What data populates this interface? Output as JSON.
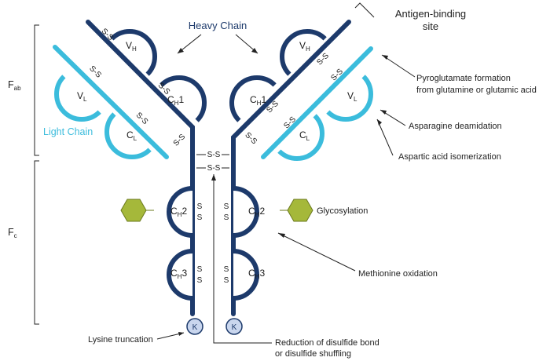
{
  "colors": {
    "heavy_chain": "#1d3a6b",
    "light_chain": "#3bbcdc",
    "glycan": "#a5b83a",
    "lysine_fill": "#c9d6ee"
  },
  "regions": {
    "fab": {
      "main": "F",
      "sub": "ab"
    },
    "fc": {
      "main": "F",
      "sub": "c"
    }
  },
  "chain_labels": {
    "heavy": "Heavy Chain",
    "light": "Light Chain"
  },
  "antigen_site": {
    "line1": "Antigen-binding",
    "line2": "site"
  },
  "domains": {
    "vh": {
      "main": "V",
      "sub": "H"
    },
    "vl": {
      "main": "V",
      "sub": "L"
    },
    "ch1": {
      "main": "C",
      "sub": "H",
      "suffix": "1"
    },
    "cl": {
      "main": "C",
      "sub": "L"
    },
    "ch2": {
      "main": "C",
      "sub": "H",
      "suffix": "2"
    },
    "ch3": {
      "main": "C",
      "sub": "H",
      "suffix": "3"
    }
  },
  "bond_label": "S-S",
  "vertical_bond": "S\nS",
  "lysine": "K",
  "annotations": {
    "pyroglutamate_1": "Pyroglutamate formation",
    "pyroglutamate_2": "from glutamine or glutamic acid",
    "deamidation": "Asparagine deamidation",
    "isomerization": "Aspartic acid isomerization",
    "glycosylation": "Glycosylation",
    "oxidation": "Methionine oxidation",
    "lysine_truncation": "Lysine truncation",
    "disulfide_1": "Reduction of disulfide bond",
    "disulfide_2": "or disulfide shuffling"
  }
}
